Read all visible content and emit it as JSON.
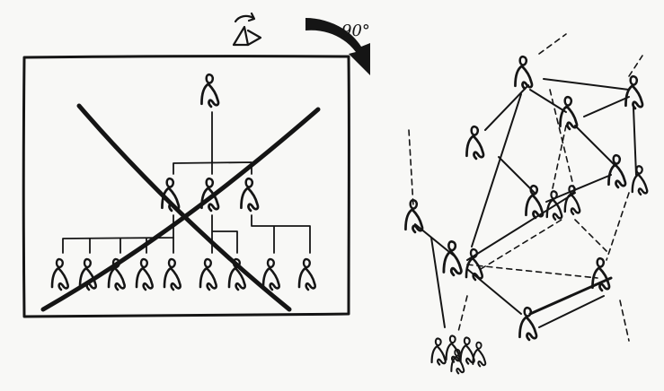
{
  "rotation_label": "90°",
  "colors": {
    "ink": "#151515",
    "paper": "#f8f8f6"
  },
  "hierarchy": {
    "crossed_out": true,
    "levels": [
      1,
      3,
      9
    ]
  },
  "network": {
    "people_count": 19,
    "line_styles": [
      "solid",
      "dashed"
    ]
  }
}
